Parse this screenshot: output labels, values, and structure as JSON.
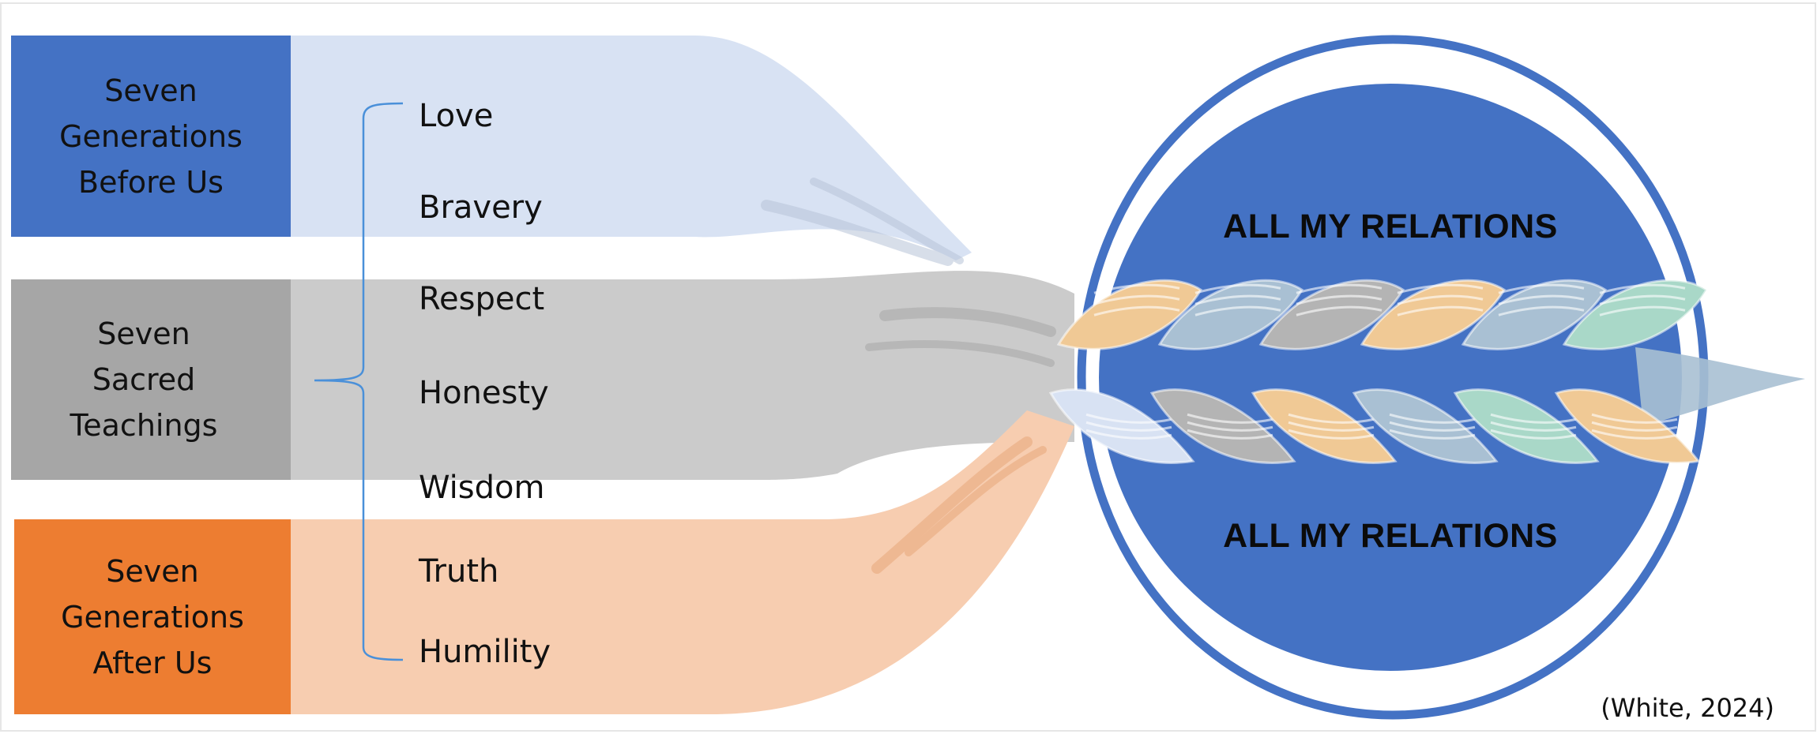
{
  "colors": {
    "blue": "#4472c4",
    "blue_light": "#d8e2f3",
    "gray": "#a6a6a6",
    "gray_light": "#cbcbcb",
    "orange": "#ed7d31",
    "orange_light": "#f7cdb0",
    "bracket": "#4a90d9",
    "braid_tan": "#f0c995",
    "braid_slate": "#a9c0d3",
    "braid_gray": "#b4b4b4",
    "braid_mint": "#a9d8c8"
  },
  "boxes": [
    {
      "id": "before",
      "label": "Seven\nGenerations\nBefore Us"
    },
    {
      "id": "teachings",
      "label": "Seven\nSacred\nTeachings"
    },
    {
      "id": "after",
      "label": "Seven\nGenerations\nAfter Us"
    }
  ],
  "teachings": [
    "Love",
    "Bravery",
    "Respect",
    "Honesty",
    "Wisdom",
    "Truth",
    "Humility"
  ],
  "circle": {
    "top_label": "ALL MY RELATIONS",
    "bottom_label": "ALL MY RELATIONS"
  },
  "citation": "(White, 2024)"
}
